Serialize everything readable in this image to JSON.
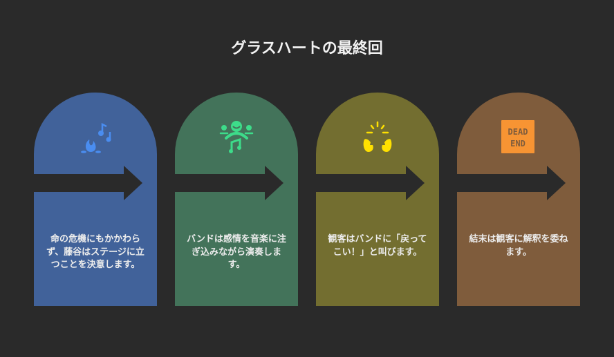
{
  "title": "グラスハートの最終回",
  "steps": [
    {
      "text": "命の危機にもかかわらず、藤谷はステージに立つことを決意します。",
      "icon": "campfire-music-icon",
      "color": "#41629a",
      "icon_color": "#4a8df0"
    },
    {
      "text": "バンドは感情を音楽に注ぎ込みながら演奏します。",
      "icon": "singer-dance-icon",
      "color": "#43735a",
      "icon_color": "#3ddc8a"
    },
    {
      "text": "観客はバンドに「戻ってこい！」と叫びます。",
      "icon": "clapping-hands-icon",
      "color": "#736e30",
      "icon_color": "#ffe100"
    },
    {
      "text": "結末は観客に解釈を委ねます。",
      "icon": "dead-end-sign-icon",
      "color": "#7f5c3c",
      "icon_color": "#f79433"
    }
  ],
  "dead_end_sign": "DEAD END"
}
